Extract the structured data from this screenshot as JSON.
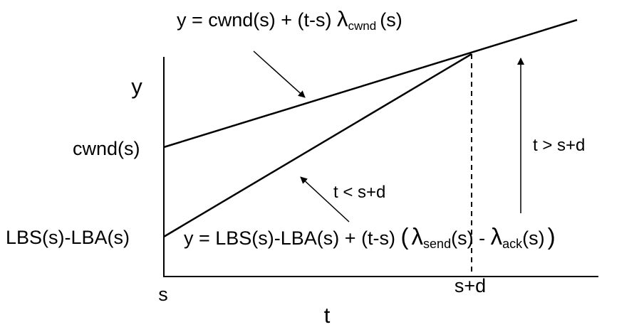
{
  "axes": {
    "y_label": "y",
    "x_label": "t",
    "y_tick_upper": "cwnd(s)",
    "y_tick_lower": "LBS(s)-LBA(s)",
    "x_tick_start": "s",
    "x_tick_end": "s+d"
  },
  "top_equation": {
    "lhs": "y = cwnd(s) + (t-s) ",
    "lambda": "λ",
    "sub": "cwnd",
    "tail": "(s)"
  },
  "bottom_equation": {
    "lhs": "y = LBS(s)-LBA(s) + (t-s) ",
    "open_paren": "(",
    "lambda1": "λ",
    "sub1": "send",
    "mid": "(s) - ",
    "lambda2": "λ",
    "sub2": "ack",
    "tail": "(s)",
    "close_paren": ")"
  },
  "annotations": {
    "before_delay": "t < s+d",
    "after_delay": "t > s+d"
  }
}
